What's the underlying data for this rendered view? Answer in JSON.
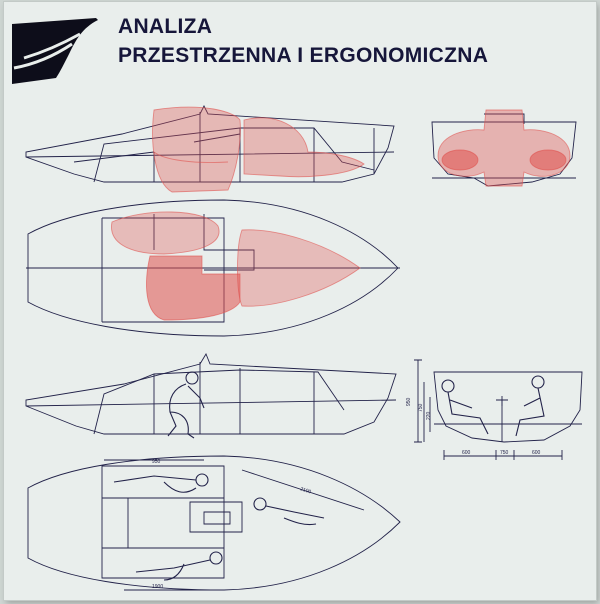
{
  "header": {
    "title_line1": "ANALIZA",
    "title_line2": "PRZESTRZENNA I ERGONOMICZNA"
  },
  "dimensions": {
    "plan_top_left": "950",
    "plan_diag": "2100",
    "plan_bottom": "1900",
    "section_v1": "950",
    "section_v2": "750",
    "section_v3": "220",
    "section_b1": "600",
    "section_b2": "750",
    "section_b3": "600"
  },
  "colors": {
    "ink": "#23234a",
    "red": "#e0524f",
    "logo": "#0d0d1a"
  }
}
